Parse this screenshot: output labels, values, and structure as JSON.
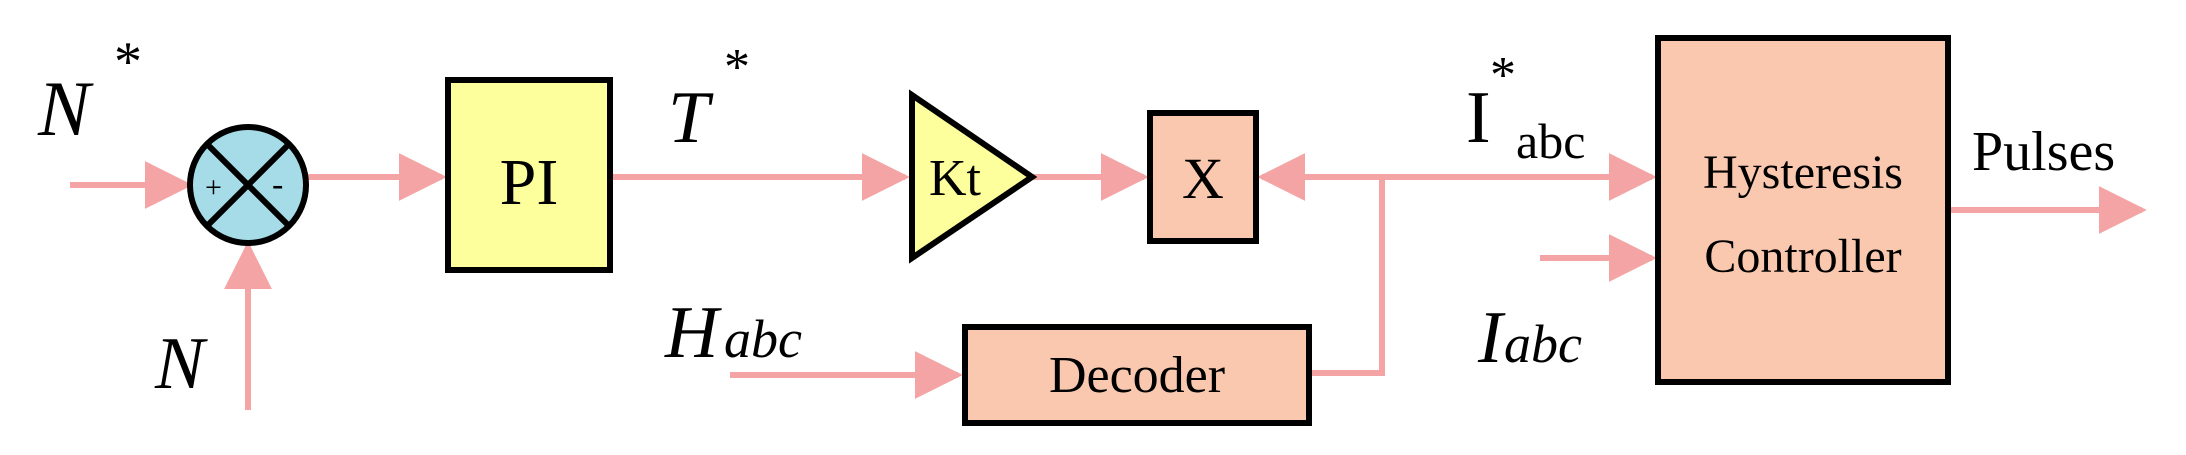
{
  "colors": {
    "wire": "#F4A4A4",
    "pi_block": "#FDFE9C",
    "gain_block": "#FDFE9C",
    "summer": "#A5DCE8",
    "peach_block": "#FAC8AF",
    "outline": "#000000"
  },
  "labels": {
    "n_star": "N",
    "n_star_sup": "*",
    "n": "N",
    "t_star": "T",
    "t_star_sup": "*",
    "h": "H",
    "h_sub": "abc",
    "i_star": "I",
    "i_star_sup": "*",
    "i_star_sub": "abc",
    "i": "I",
    "i_sub": "abc",
    "pulses": "Pulses"
  },
  "summer": {
    "plus": "+",
    "minus": "-"
  },
  "blocks": {
    "pi": "PI",
    "gain": "Kt",
    "multiplier": "X",
    "decoder": "Decoder",
    "hysteresis_line1": "Hysteresis",
    "hysteresis_line2": "Controller"
  }
}
